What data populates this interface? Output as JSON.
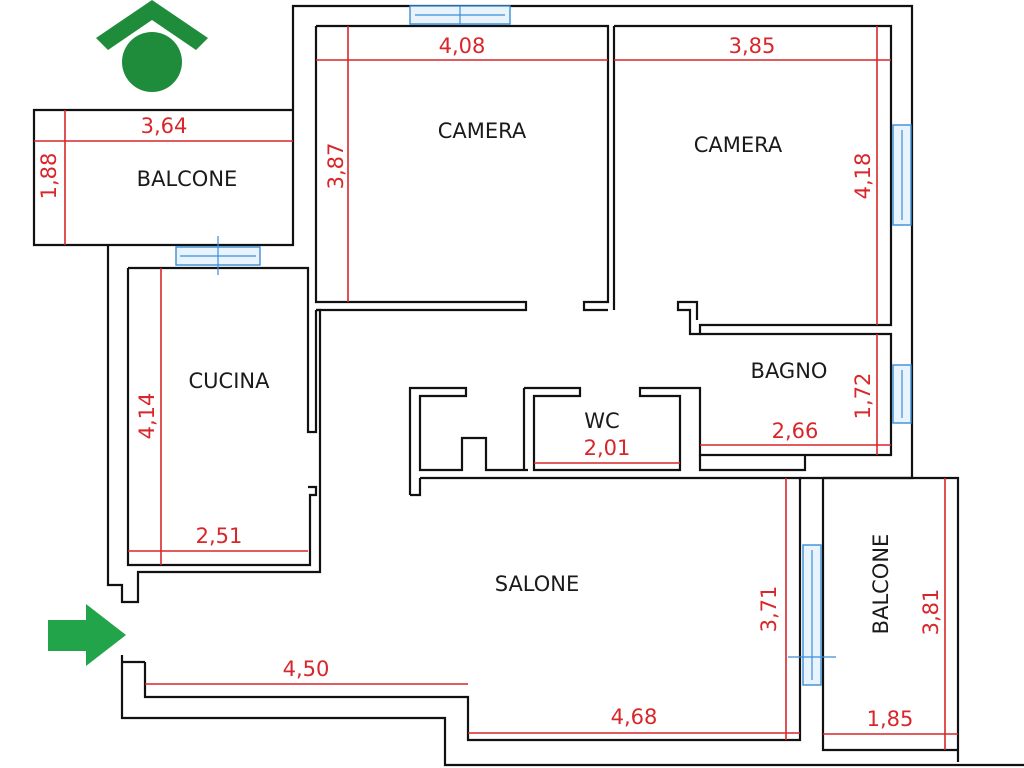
{
  "colors": {
    "walls": "#111111",
    "dimensions": "#d8262a",
    "windows": "#3a8fd8",
    "logo": "#1f8c3b",
    "entrance_arrow": "#22a54a"
  },
  "rooms": {
    "balcone_top": "BALCONE",
    "camera_left": "CAMERA",
    "camera_right": "CAMERA",
    "cucina": "CUCINA",
    "bagno": "BAGNO",
    "wc": "WC",
    "salone": "SALONE",
    "balcone_right": "BALCONE"
  },
  "dimensions": {
    "camera_left_width": "4,08",
    "camera_left_height": "3,87",
    "camera_right_width": "3,85",
    "camera_right_height": "4,18",
    "balcone_top_width": "3,64",
    "balcone_top_height": "1,88",
    "cucina_height": "4,14",
    "cucina_width": "2,51",
    "bagno_height": "1,72",
    "bagno_width": "2,66",
    "wc_width": "2,01",
    "salone_height": "3,71",
    "salone_width_left": "4,50",
    "salone_width_bottom": "4,68",
    "balcone_right_height": "3,81",
    "balcone_right_width": "1,85"
  },
  "icons": {
    "logo": "house-logo-icon",
    "entrance": "entrance-arrow-icon"
  }
}
